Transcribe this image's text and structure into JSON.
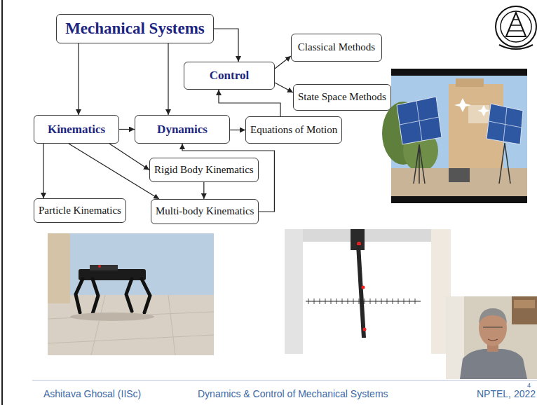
{
  "diagram": {
    "nodes": [
      {
        "text": [
          "Mechanical Systems"
        ]
      },
      {
        "text": [
          "Classical Methods"
        ]
      },
      {
        "text": [
          "Control"
        ]
      },
      {
        "text": [
          "State Space Methods"
        ]
      },
      {
        "text": [
          "Kinematics"
        ]
      },
      {
        "text": [
          "Dynamics"
        ]
      },
      {
        "text": [
          "Equations of Motion"
        ]
      },
      {
        "text": [
          "Rigid Body Kinematics"
        ]
      },
      {
        "text": [
          "Particle Kinematics"
        ]
      },
      {
        "text": [
          "Multi-body Kinematics"
        ]
      }
    ],
    "edges": [
      {
        "from": 0,
        "to": 4,
        "arrow": "to"
      },
      {
        "from": 0,
        "to": 5,
        "arrow": "to"
      },
      {
        "from": 0,
        "to": 2,
        "arrow": "to"
      },
      {
        "from": 2,
        "to": 1,
        "arrow": "to"
      },
      {
        "from": 2,
        "to": 3,
        "arrow": "to"
      },
      {
        "from": 4,
        "to": 5,
        "arrow": "to"
      },
      {
        "from": 5,
        "to": 6,
        "arrow": "to"
      },
      {
        "from": 6,
        "to": 2,
        "arrow": "to"
      },
      {
        "from": 4,
        "to": 8,
        "arrow": "to"
      },
      {
        "from": 4,
        "to": 7,
        "arrow": "to"
      },
      {
        "from": 4,
        "to": 9,
        "arrow": "to"
      },
      {
        "from": 7,
        "to": 9,
        "arrow": "to"
      },
      {
        "from": 9,
        "to": 5,
        "arrow": "to"
      }
    ],
    "labels": [
      "Ashitava Ghosal (IISc)",
      "Dynamics & Control of Mechanical Systems",
      "NPTEL, 2022",
      "4"
    ]
  }
}
